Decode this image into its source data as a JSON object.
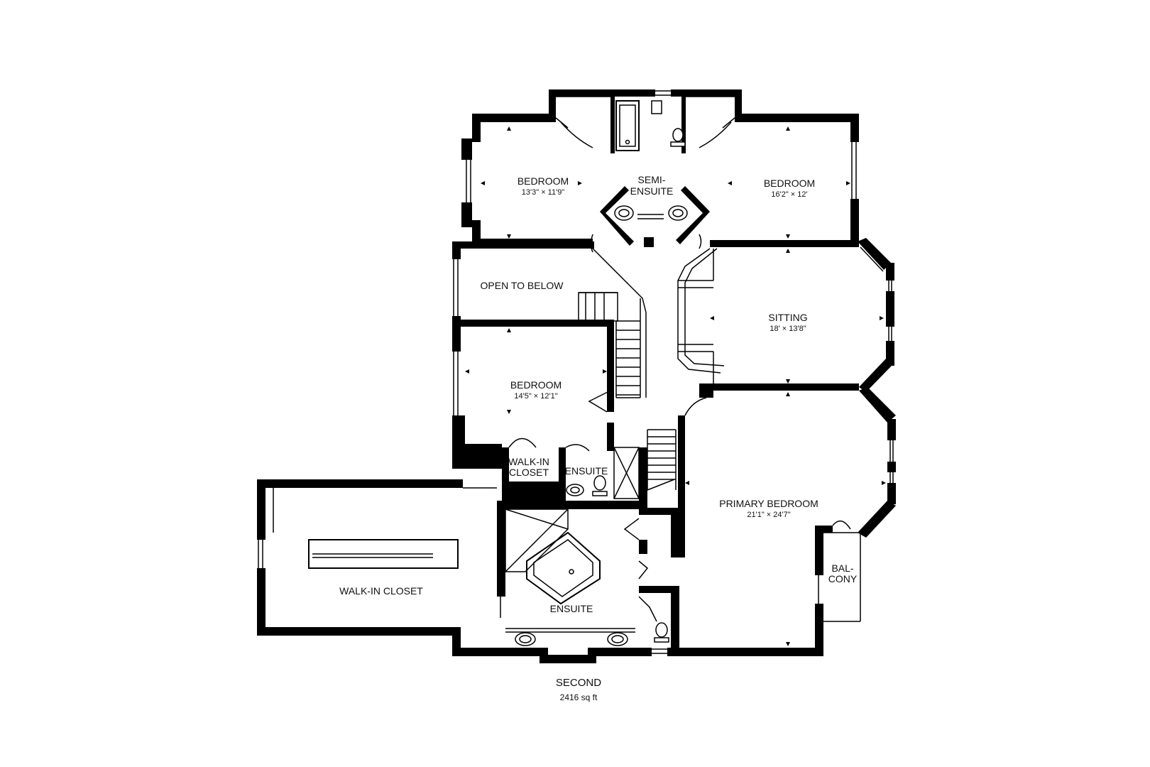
{
  "floor": {
    "name": "SECOND",
    "area": "2416 sq ft"
  },
  "rooms": {
    "bedroom_nw": {
      "name": "BEDROOM",
      "dims": "13'3\" × 11'9\""
    },
    "semi_ensuite": {
      "line1": "SEMI-",
      "line2": "ENSUITE"
    },
    "bedroom_ne": {
      "name": "BEDROOM",
      "dims": "16'2\" × 12'"
    },
    "open_to_below": {
      "name": "OPEN TO BELOW"
    },
    "sitting": {
      "name": "SITTING",
      "dims": "18' × 13'8\""
    },
    "bedroom_w": {
      "name": "BEDROOM",
      "dims": "14'5\" × 12'1\""
    },
    "walkin_closet_small": {
      "line1": "WALK-IN",
      "line2": "CLOSET"
    },
    "ensuite_small": {
      "name": "ENSUITE"
    },
    "primary_bedroom": {
      "name": "PRIMARY BEDROOM",
      "dims": "21'1\" × 24'7\""
    },
    "balcony": {
      "line1": "BAL-",
      "line2": "CONY"
    },
    "walkin_closet_large": {
      "name": "WALK-IN CLOSET"
    },
    "ensuite_large": {
      "name": "ENSUITE"
    }
  },
  "colors": {
    "wall": "#000000",
    "background": "#ffffff"
  }
}
